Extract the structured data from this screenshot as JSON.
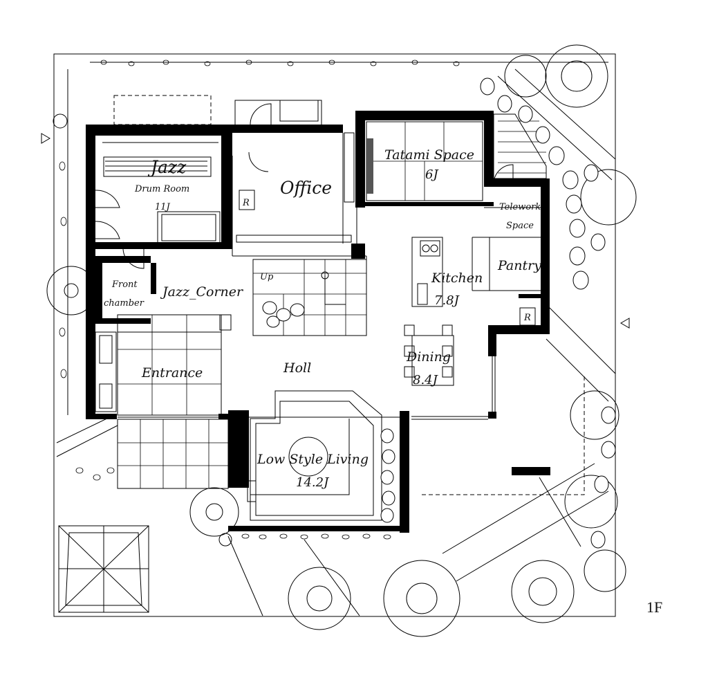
{
  "floor_label": "1F",
  "rooms": {
    "jazz": "Jazz",
    "drum_room": "Drum Room",
    "jazz_area": "11J",
    "office": "Office",
    "tatami": "Tatami Space",
    "tatami_area": "6J",
    "telework_1": "Telework",
    "telework_2": "Space",
    "kitchen": "Kitchen",
    "kitchen_area": "7.8J",
    "pantry": "Pantry",
    "front_chamber_1": "Front",
    "front_chamber_2": "chamber",
    "jazz_corner": "Jazz_Corner",
    "up": "Up",
    "entrance": "Entrance",
    "holl": "Holl",
    "dining": "Dining",
    "dining_area": "8.4J",
    "living": "Low Style Living",
    "living_area": "14.2J",
    "refrigerator_mark": "R"
  }
}
